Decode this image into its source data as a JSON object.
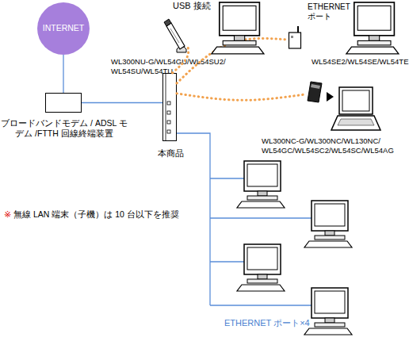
{
  "diagram": {
    "nodes": [
      {
        "text": [
          "INTERNET"
        ]
      },
      {
        "text": [
          "ブロードバンドモデム / ADSL モデム /FTTH 回線終端装置"
        ]
      },
      {
        "text": [
          "本商品"
        ]
      },
      {
        "text": [
          "WL300NU-G/WL54GU/WL54SU2/ WL54SU/WL54TU"
        ]
      },
      {
        "text": [
          "WL54SE2/WL54SE/WL54TE"
        ]
      },
      {
        "text": [
          "WL300NC-G/WL300NC/WL130NC/ WL54GC/WL54SC2/WL54SC/WL54AG"
        ]
      }
    ],
    "edges": [
      {
        "from": 0,
        "to": 1,
        "arrow": "none"
      },
      {
        "from": 1,
        "to": 2,
        "arrow": "none"
      },
      {
        "from": 2,
        "to": 3,
        "arrow": "none"
      },
      {
        "from": 2,
        "to": 4,
        "arrow": "none"
      },
      {
        "from": 2,
        "to": 5,
        "arrow": "none"
      }
    ],
    "labels": [
      "USB 接続",
      "ETHERNET ポート",
      "※",
      "無線 LAN 端末（子機）は 10 台以下を推奨",
      "ETHERNET ポート×4"
    ]
  }
}
